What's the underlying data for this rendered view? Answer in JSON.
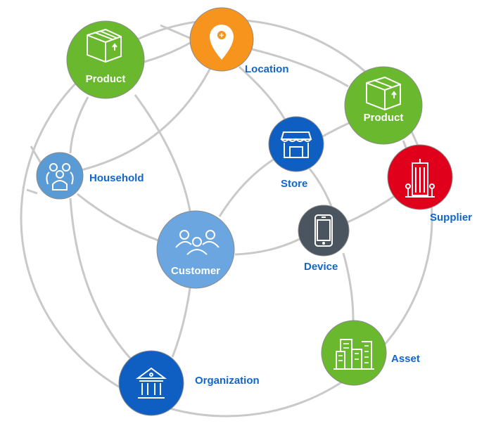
{
  "colors": {
    "line": "#C9C9C9",
    "label": "#1266C8",
    "green": "#6AB82E",
    "orange": "#F7941D",
    "dark_blue": "#0F5FC2",
    "light_blue": "#6CA6E0",
    "red": "#E0001B",
    "gray": "#4A5560"
  },
  "nodes": {
    "product_1": {
      "label": "Product",
      "icon": "package-icon"
    },
    "location": {
      "label": "Location",
      "icon": "map-pin-icon"
    },
    "product_2": {
      "label": "Product",
      "icon": "package-icon"
    },
    "store": {
      "label": "Store",
      "icon": "storefront-icon"
    },
    "supplier": {
      "label": "Supplier",
      "icon": "office-building-icon"
    },
    "household": {
      "label": "Household",
      "icon": "family-icon"
    },
    "customer": {
      "label": "Customer",
      "icon": "people-group-icon"
    },
    "device": {
      "label": "Device",
      "icon": "smartphone-icon"
    },
    "asset": {
      "label": "Asset",
      "icon": "buildings-icon"
    },
    "organization": {
      "label": "Organization",
      "icon": "bank-icon"
    }
  }
}
